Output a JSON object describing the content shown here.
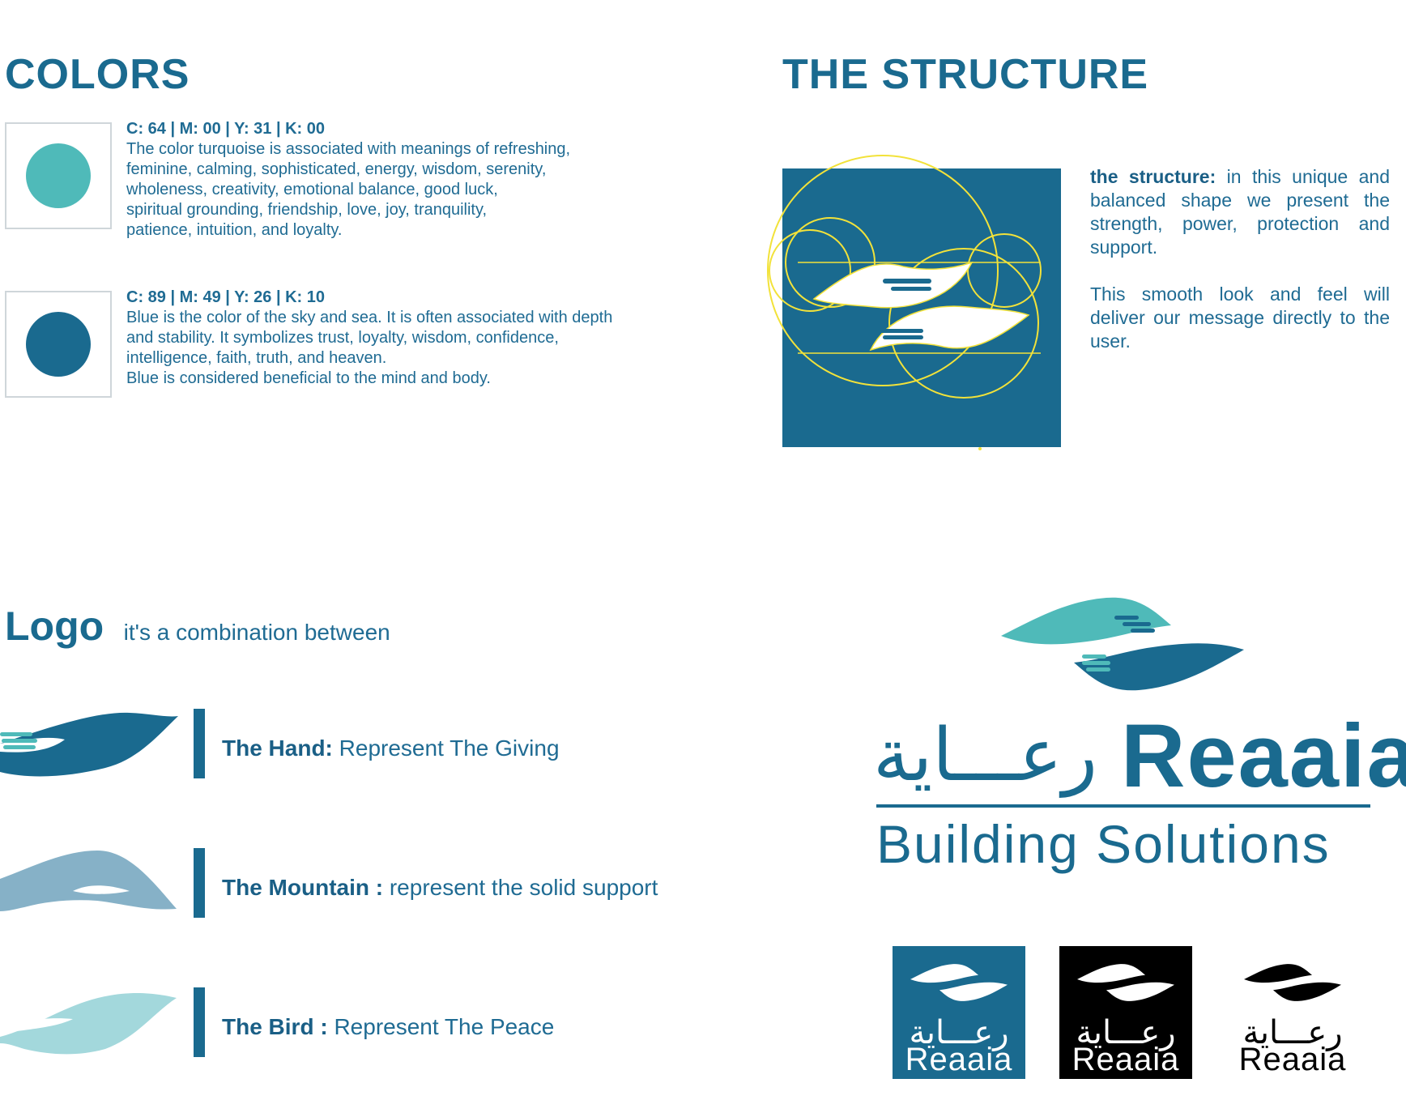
{
  "colors_section": {
    "title": "COLORS",
    "swatches": [
      {
        "color": "#4fbab9",
        "cmyk": "C: 64 | M: 00 | Y: 31 | K: 00",
        "lines": [
          "The color turquoise is associated with meanings of refreshing,",
          "feminine, calming, sophisticated, energy, wisdom, serenity,",
          "wholeness, creativity, emotional balance, good luck,",
          "spiritual grounding, friendship, love, joy, tranquility,",
          "patience, intuition, and loyalty."
        ]
      },
      {
        "color": "#1a6a8f",
        "cmyk": "C: 89 | M: 49 | Y: 26 | K: 10",
        "lines": [
          "Blue is the color of the sky and sea. It is often associated with depth",
          "and stability. It symbolizes trust, loyalty, wisdom, confidence,",
          "intelligence, faith, truth, and heaven.",
          "Blue is considered beneficial to the mind and body."
        ]
      }
    ]
  },
  "structure_section": {
    "title": "THE STRUCTURE",
    "bold_lead": "the structure:",
    "paragraph1_rest": " in this unique and balanced shape we present the strength, power, protection and support.",
    "paragraph2": "This smooth look and feel will deliver our message directly to the user.",
    "panel_color": "#1a6a8f",
    "guide_color": "#f2e23a"
  },
  "logo_section": {
    "title": "Logo",
    "subtitle": "it's a combination between",
    "items": [
      {
        "bold": "The Hand:",
        "text": " Represent The Giving",
        "color": "#1a6a8f"
      },
      {
        "bold": "The Mountain :",
        "text": " represent the solid support",
        "color": "#86b1c7"
      },
      {
        "bold": "The Bird :",
        "text": " Represent The Peace",
        "color": "#a3d8dc"
      }
    ]
  },
  "brand": {
    "arabic": "رعـــاية",
    "english": "Reaaia",
    "tagline": "Building Solutions",
    "variants": [
      {
        "bg": "#1a6a8f",
        "fg": "#ffffff",
        "arabic": "رعـــاية",
        "english": "Reaaia"
      },
      {
        "bg": "#000000",
        "fg": "#ffffff",
        "arabic": "رعـــاية",
        "english": "Reaaia"
      },
      {
        "bg": "#ffffff",
        "fg": "#000000",
        "arabic": "رعـــاية",
        "english": "Reaaia"
      }
    ]
  }
}
